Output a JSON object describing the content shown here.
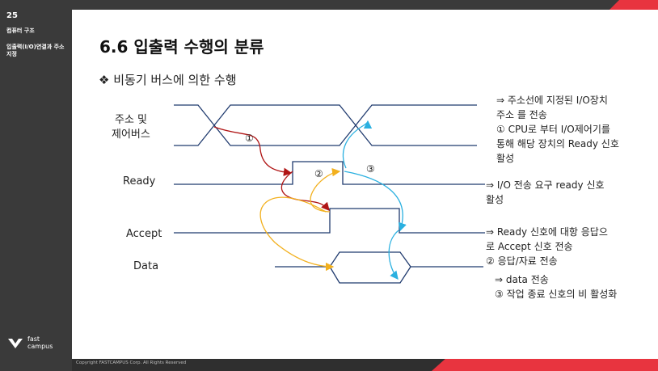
{
  "sidebar": {
    "page_number": "25",
    "course": "컴퓨터 구조",
    "section": "입출력(I/O)연결과 주소지정",
    "logo_line1": "fast",
    "logo_line2": "campus"
  },
  "footer": {
    "copyright": "Copyright FASTCAMPUS Corp. All Rights Reserved"
  },
  "slide": {
    "title": "6.6 입출력 수행의 분류",
    "subtitle": "❖  비동기 버스에 의한 수행"
  },
  "diagram": {
    "signals": [
      "주소 및",
      "제어버스",
      "Ready",
      "Accept",
      "Data"
    ],
    "markers": [
      "①",
      "②",
      "③"
    ],
    "notes": [
      "⇒ 주소선에 지정된 I/O장치",
      "주소 를 전송",
      "① CPU로 부터 I/O제어기를",
      "통해 해당 장치의 Ready 신호",
      "활성",
      "⇒ I/O 전송 요구 ready 신호",
      "활성",
      "⇒ Ready 신호에 대항 응답으",
      "로 Accept 신호 전송",
      "② 응답/자료 전송",
      "⇒ data 전송",
      "③ 작업 종료 신호의 비 활성화"
    ],
    "colors": {
      "signal": "#1f3a6e",
      "arrow1": "#b01515",
      "arrow2": "#f2b01e",
      "arrow3": "#2ab0e0"
    }
  }
}
